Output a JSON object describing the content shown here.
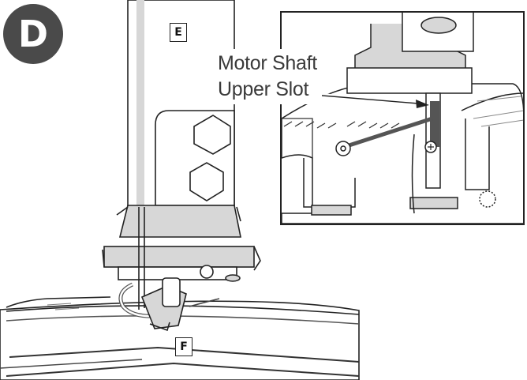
{
  "step": {
    "letter": "D"
  },
  "labels": {
    "part_e": "E",
    "part_f": "F"
  },
  "callout": {
    "line1": "Motor Shaft",
    "line2": "Upper Slot"
  },
  "colors": {
    "badge": "#4a4a4a",
    "line": "#222222",
    "shade": "#d7d7d7",
    "light": "#eeeeee"
  }
}
